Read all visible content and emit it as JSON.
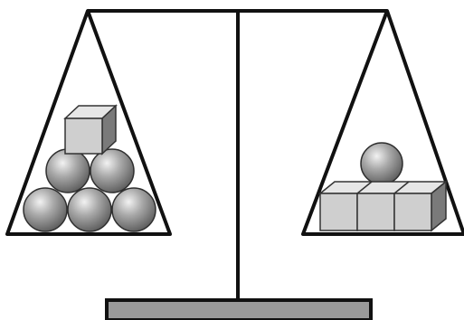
{
  "colors": {
    "line": "#111111",
    "base_fill": "#9a9a9a",
    "cube_front": "#cfcfcf",
    "cube_top": "#e6e6e6",
    "cube_side": "#7a7a7a",
    "sphere_light": "#f2f2f2",
    "sphere_mid": "#a9a9a9",
    "sphere_dark": "#5f5f5f"
  },
  "left_pan": {
    "objects": [
      {
        "kind": "sphere",
        "count": 5
      },
      {
        "kind": "cube",
        "count": 1
      }
    ]
  },
  "right_pan": {
    "objects": [
      {
        "kind": "sphere",
        "count": 1
      },
      {
        "kind": "cube",
        "count": 3
      }
    ]
  }
}
